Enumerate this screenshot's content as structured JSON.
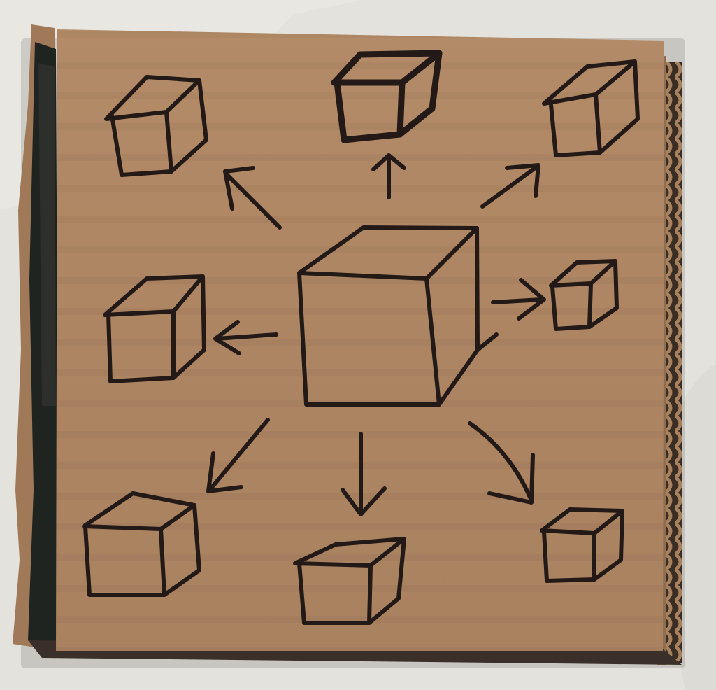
{
  "colors": {
    "background": "#e6e4df",
    "cardboard": "#b08865",
    "cardboard_shadow": "#8d6a4d",
    "marker": "#241a19",
    "corrugation": "#5a4636"
  },
  "drawing": {
    "central_object": "large-cube",
    "surrounding_objects": "small-cubes",
    "small_cube_count": 8,
    "arrow_count": 8,
    "arrow_directions": [
      "up-left",
      "up",
      "up-right",
      "right",
      "down-right",
      "down",
      "down-left",
      "left"
    ]
  }
}
